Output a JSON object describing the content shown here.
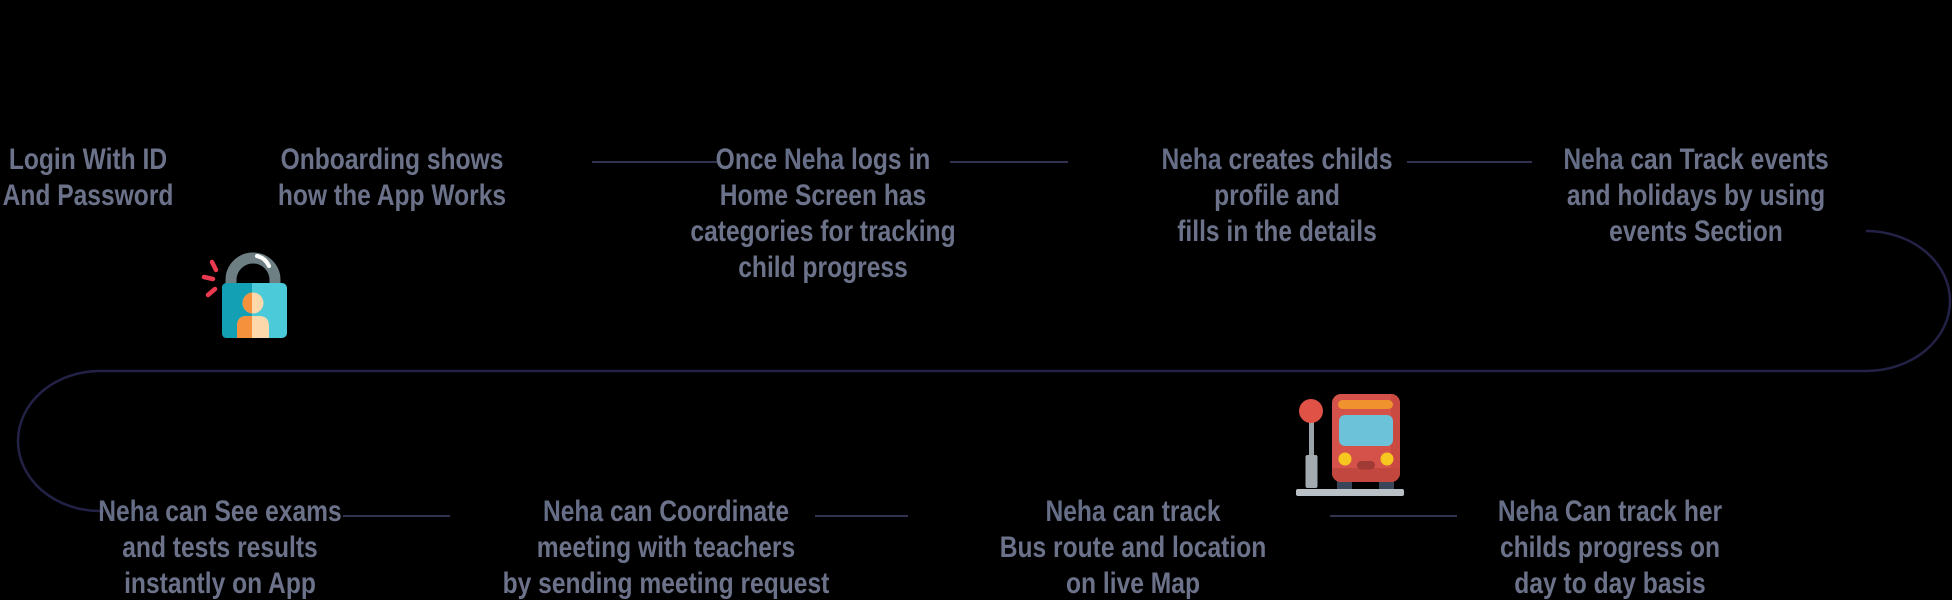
{
  "emphasis_word": "Neha",
  "colors": {
    "background": "#000000",
    "step_text": "#6b7289",
    "emphasis_text": "#656e86",
    "connector_dash": "#30324f",
    "loop_line": "#232246",
    "lock_body_dark_teal": "#13a0b4",
    "lock_body_light_teal": "#4bcbd9",
    "lock_shackle_gray": "#6d7f82",
    "lock_person_orange": "#f5913d",
    "lock_person_peach": "#fcd8aa",
    "lock_alert_red": "#ea3a50",
    "bus_body_red": "#d5524a",
    "bus_bumper_dark_red": "#c2473f",
    "bus_side_dark_red": "#ca4a42",
    "bus_band_orange": "#f0922d",
    "bus_windshield_blue": "#6cc2d9",
    "bus_headlight_yellow": "#f6c71f",
    "bus_grille_dark": "#a03a34",
    "bus_wheel_dark": "#39465a",
    "bus_sign_red": "#e05146",
    "bus_pole_gray": "#9aa3a8",
    "bus_platform_gray": "#bac1c6"
  },
  "steps_top": [
    {
      "name": "login",
      "bold_all": true,
      "lines": [
        "Login With ID",
        "And Password"
      ]
    },
    {
      "name": "onboarding",
      "bold_all": true,
      "lines": [
        "Onboarding shows",
        "how the App Works"
      ]
    },
    {
      "name": "home-screen",
      "lines": [
        "Once Neha logs in",
        "Home Screen has",
        "categories for tracking",
        "child progress"
      ]
    },
    {
      "name": "child-profile",
      "lines": [
        "Neha creates childs",
        "profile and",
        "fills in the details"
      ]
    },
    {
      "name": "events",
      "lines": [
        "Neha can Track events",
        "and holidays by using",
        "events Section"
      ]
    }
  ],
  "steps_bottom": [
    {
      "name": "exam-results",
      "lines": [
        "Neha can See exams",
        "and tests results",
        "instantly on App"
      ]
    },
    {
      "name": "teacher-meetings",
      "lines": [
        "Neha can Coordinate",
        "meeting with teachers",
        "by sending meeting request"
      ]
    },
    {
      "name": "bus-tracking",
      "lines": [
        "Neha can track",
        "Bus route and location",
        "on live Map"
      ]
    },
    {
      "name": "daily-progress",
      "lines": [
        "Neha Can track her",
        "childs progress on",
        "day to day basis"
      ]
    }
  ],
  "icons": [
    {
      "name": "lock-icon",
      "meaning": "secure login padlock with user silhouette"
    },
    {
      "name": "bus-stop-icon",
      "meaning": "school bus at bus stop sign"
    }
  ]
}
